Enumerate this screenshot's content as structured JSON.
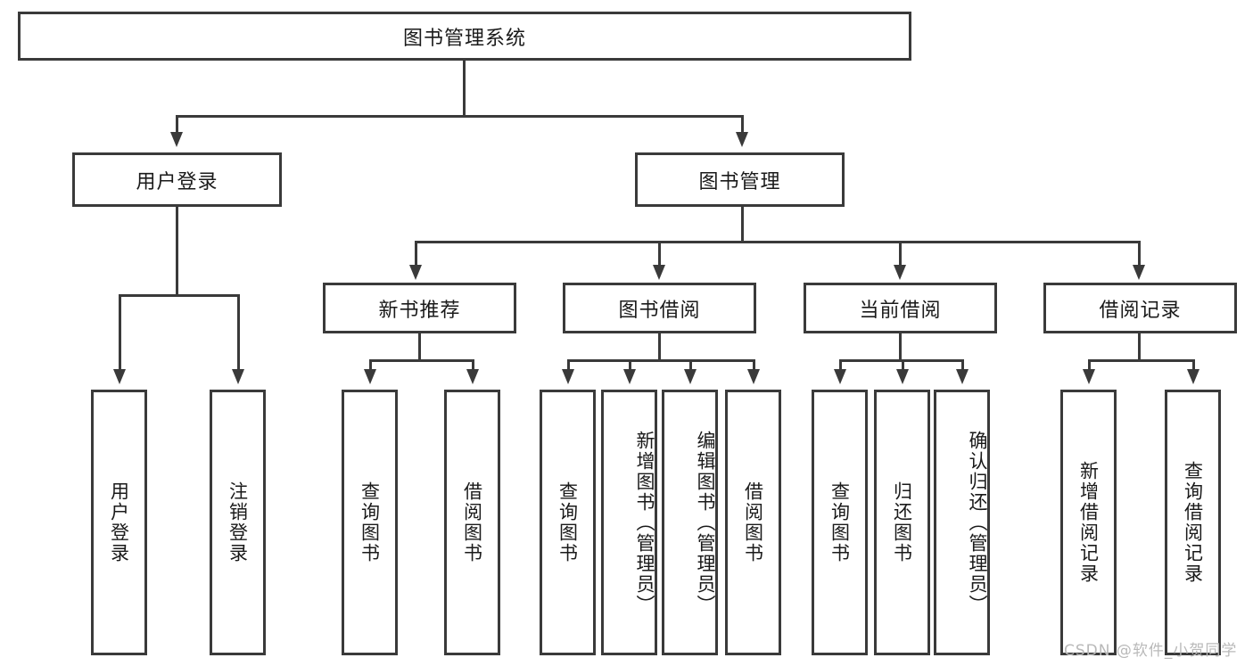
{
  "diagram": {
    "title": "图书管理系统",
    "type": "tree-hierarchy-diagram",
    "root": {
      "id": "root",
      "label": "图书管理系统"
    },
    "level1": [
      {
        "id": "user-login",
        "label": "用户登录"
      },
      {
        "id": "book-management",
        "label": "图书管理"
      }
    ],
    "level2": [
      {
        "id": "new-book-recommend",
        "label": "新书推荐",
        "parent": "book-management"
      },
      {
        "id": "book-borrow",
        "label": "图书借阅",
        "parent": "book-management"
      },
      {
        "id": "current-borrow",
        "label": "当前借阅",
        "parent": "book-management"
      },
      {
        "id": "borrow-record",
        "label": "借阅记录",
        "parent": "book-management"
      }
    ],
    "leaves": {
      "user-login": [
        {
          "id": "leaf-user-login",
          "label": "用户登录"
        },
        {
          "id": "leaf-logout-login",
          "label": "注销登录"
        }
      ],
      "new-book-recommend": [
        {
          "id": "leaf-query-book-1",
          "label": "查询图书"
        },
        {
          "id": "leaf-borrow-book-1",
          "label": "借阅图书"
        }
      ],
      "book-borrow": [
        {
          "id": "leaf-query-book-2",
          "label": "查询图书"
        },
        {
          "id": "leaf-add-book",
          "label": "新增图书（管理员）"
        },
        {
          "id": "leaf-edit-book",
          "label": "编辑图书（管理员）"
        },
        {
          "id": "leaf-borrow-book-2",
          "label": "借阅图书"
        }
      ],
      "current-borrow": [
        {
          "id": "leaf-query-book-3",
          "label": "查询图书"
        },
        {
          "id": "leaf-return-book",
          "label": "归还图书"
        },
        {
          "id": "leaf-confirm-return",
          "label": "确认归还（管理员）"
        }
      ],
      "borrow-record": [
        {
          "id": "leaf-add-record",
          "label": "新增借阅记录"
        },
        {
          "id": "leaf-query-record",
          "label": "查询借阅记录"
        }
      ]
    }
  },
  "watermark": {
    "text": "CSDN @软件_小贺同学"
  },
  "colors": {
    "stroke": "#3a3a3a",
    "background": "#ffffff",
    "text": "#1a1a1a",
    "watermark": "#b9b9b9"
  }
}
